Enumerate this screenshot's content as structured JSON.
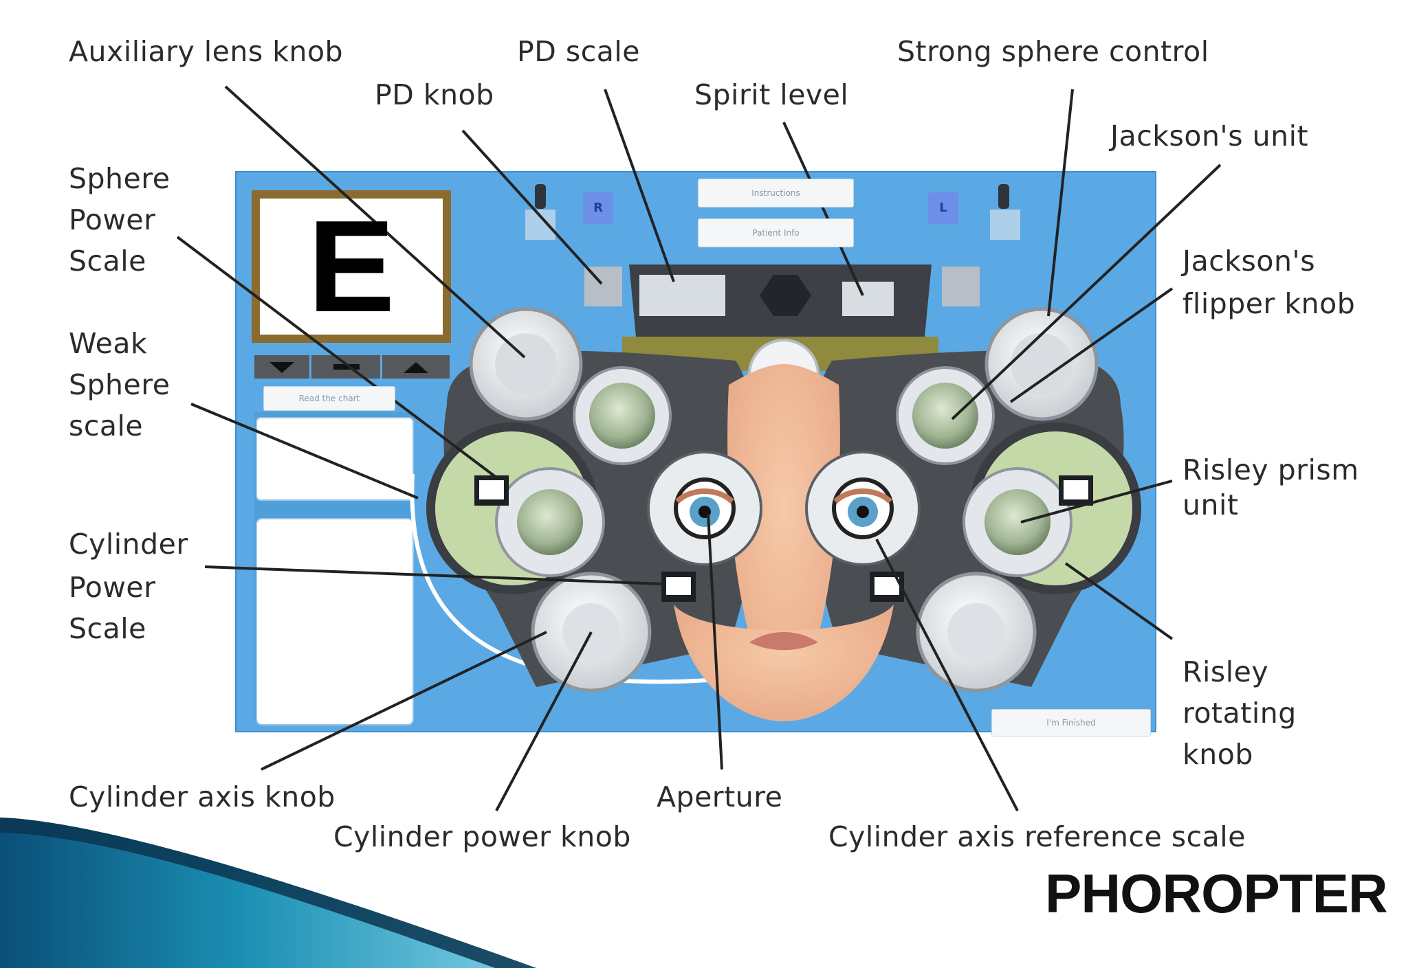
{
  "title": "PHOROPTER",
  "labels": {
    "auxiliary_lens_knob": "Auxiliary lens knob",
    "pd_scale": "PD scale",
    "strong_sphere_control": "Strong sphere control",
    "pd_knob": "PD knob",
    "spirit_level": "Spirit level",
    "jacksons_unit": "Jackson's unit",
    "sphere_power_scale": [
      "Sphere",
      "Power",
      "Scale"
    ],
    "jacksons_flipper_knob": [
      "Jackson's",
      "flipper knob"
    ],
    "weak_sphere_scale": [
      "Weak",
      "Sphere",
      "scale"
    ],
    "risley_prism_unit": [
      "Risley prism",
      "unit"
    ],
    "cylinder_power_scale": [
      "Cylinder",
      "Power",
      "Scale"
    ],
    "risley_rotating_knob": [
      "Risley",
      "rotating",
      "knob"
    ],
    "cylinder_axis_knob": "Cylinder axis knob",
    "aperture": "Aperture",
    "cylinder_power_knob": "Cylinder power knob",
    "cylinder_axis_reference_scale": "Cylinder axis reference scale"
  },
  "screen": {
    "chart_letter": "E",
    "instructions_button": "Instructions",
    "patient_info_button": "Patient Info",
    "read_chart_button": "Read the chart",
    "finished_button": "I'm Finished",
    "right_eye_badge": "R",
    "left_eye_badge": "L"
  },
  "colors": {
    "screen_bg": "#5aa9e4",
    "label_text": "#2b2b2b",
    "housing": "#4a4d52",
    "banner": "#1b8fb3"
  }
}
